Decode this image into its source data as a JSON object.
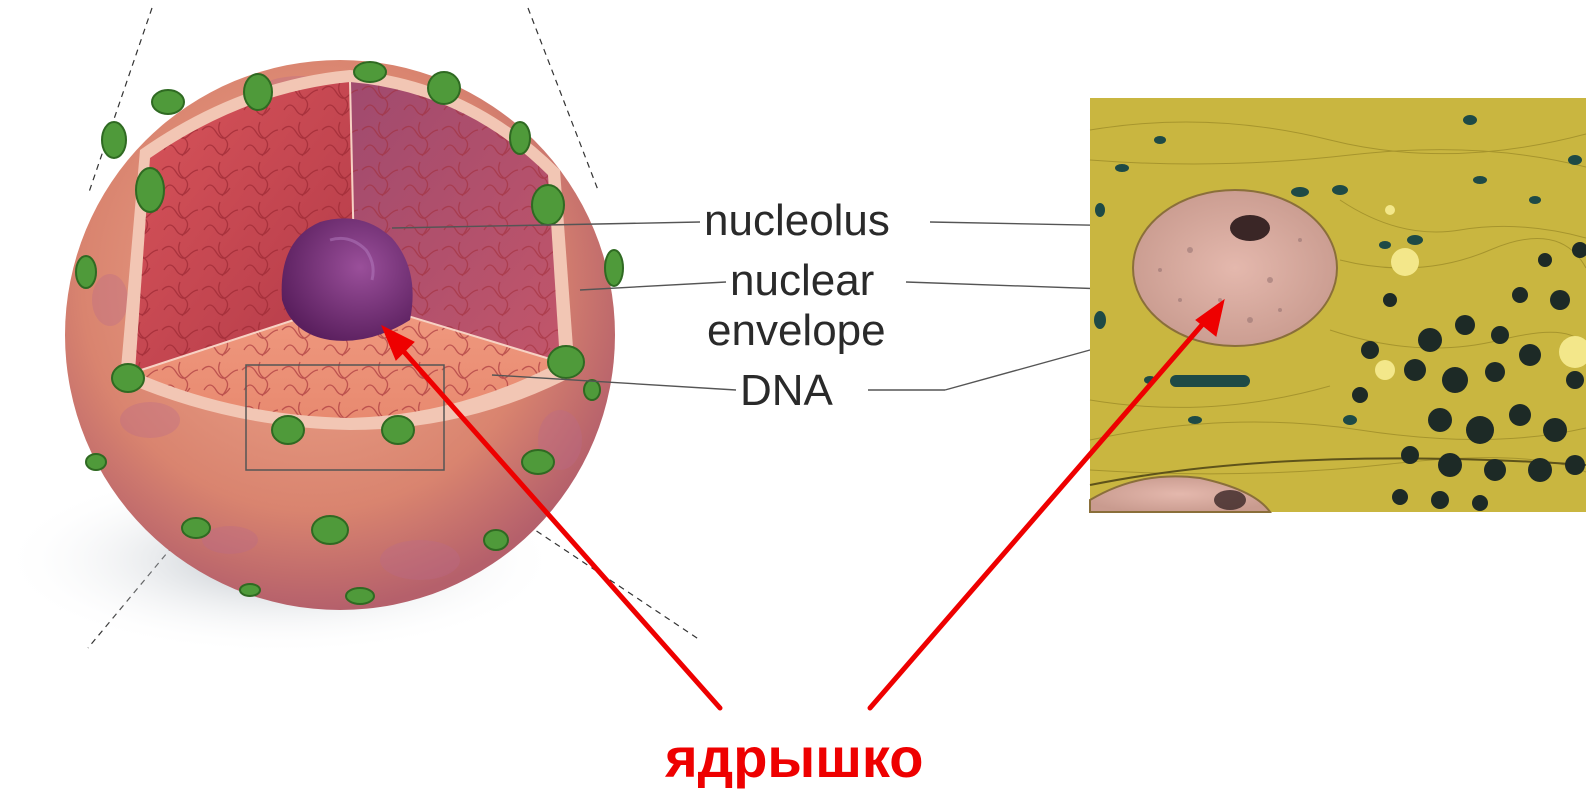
{
  "labels": {
    "nucleolus": "nucleolus",
    "nuclear_envelope_line1": "nuclear",
    "nuclear_envelope_line2": "envelope",
    "dna": "DNA"
  },
  "caption": "ядрышко",
  "colors": {
    "caption": "#ee0000",
    "arrow": "#ee0000",
    "label_text": "#2a2a2a",
    "leader_line": "#555555",
    "nucleus_surface": "#d9846f",
    "chromatin": "#c9414a",
    "nucleolus": "#6b2a6e",
    "nuclear_pore": "#4f9a3a",
    "micrograph_cytoplasm": "#c9b640",
    "micrograph_nucleus": "#d8aaa0",
    "micrograph_organelle": "#1d2a26"
  }
}
